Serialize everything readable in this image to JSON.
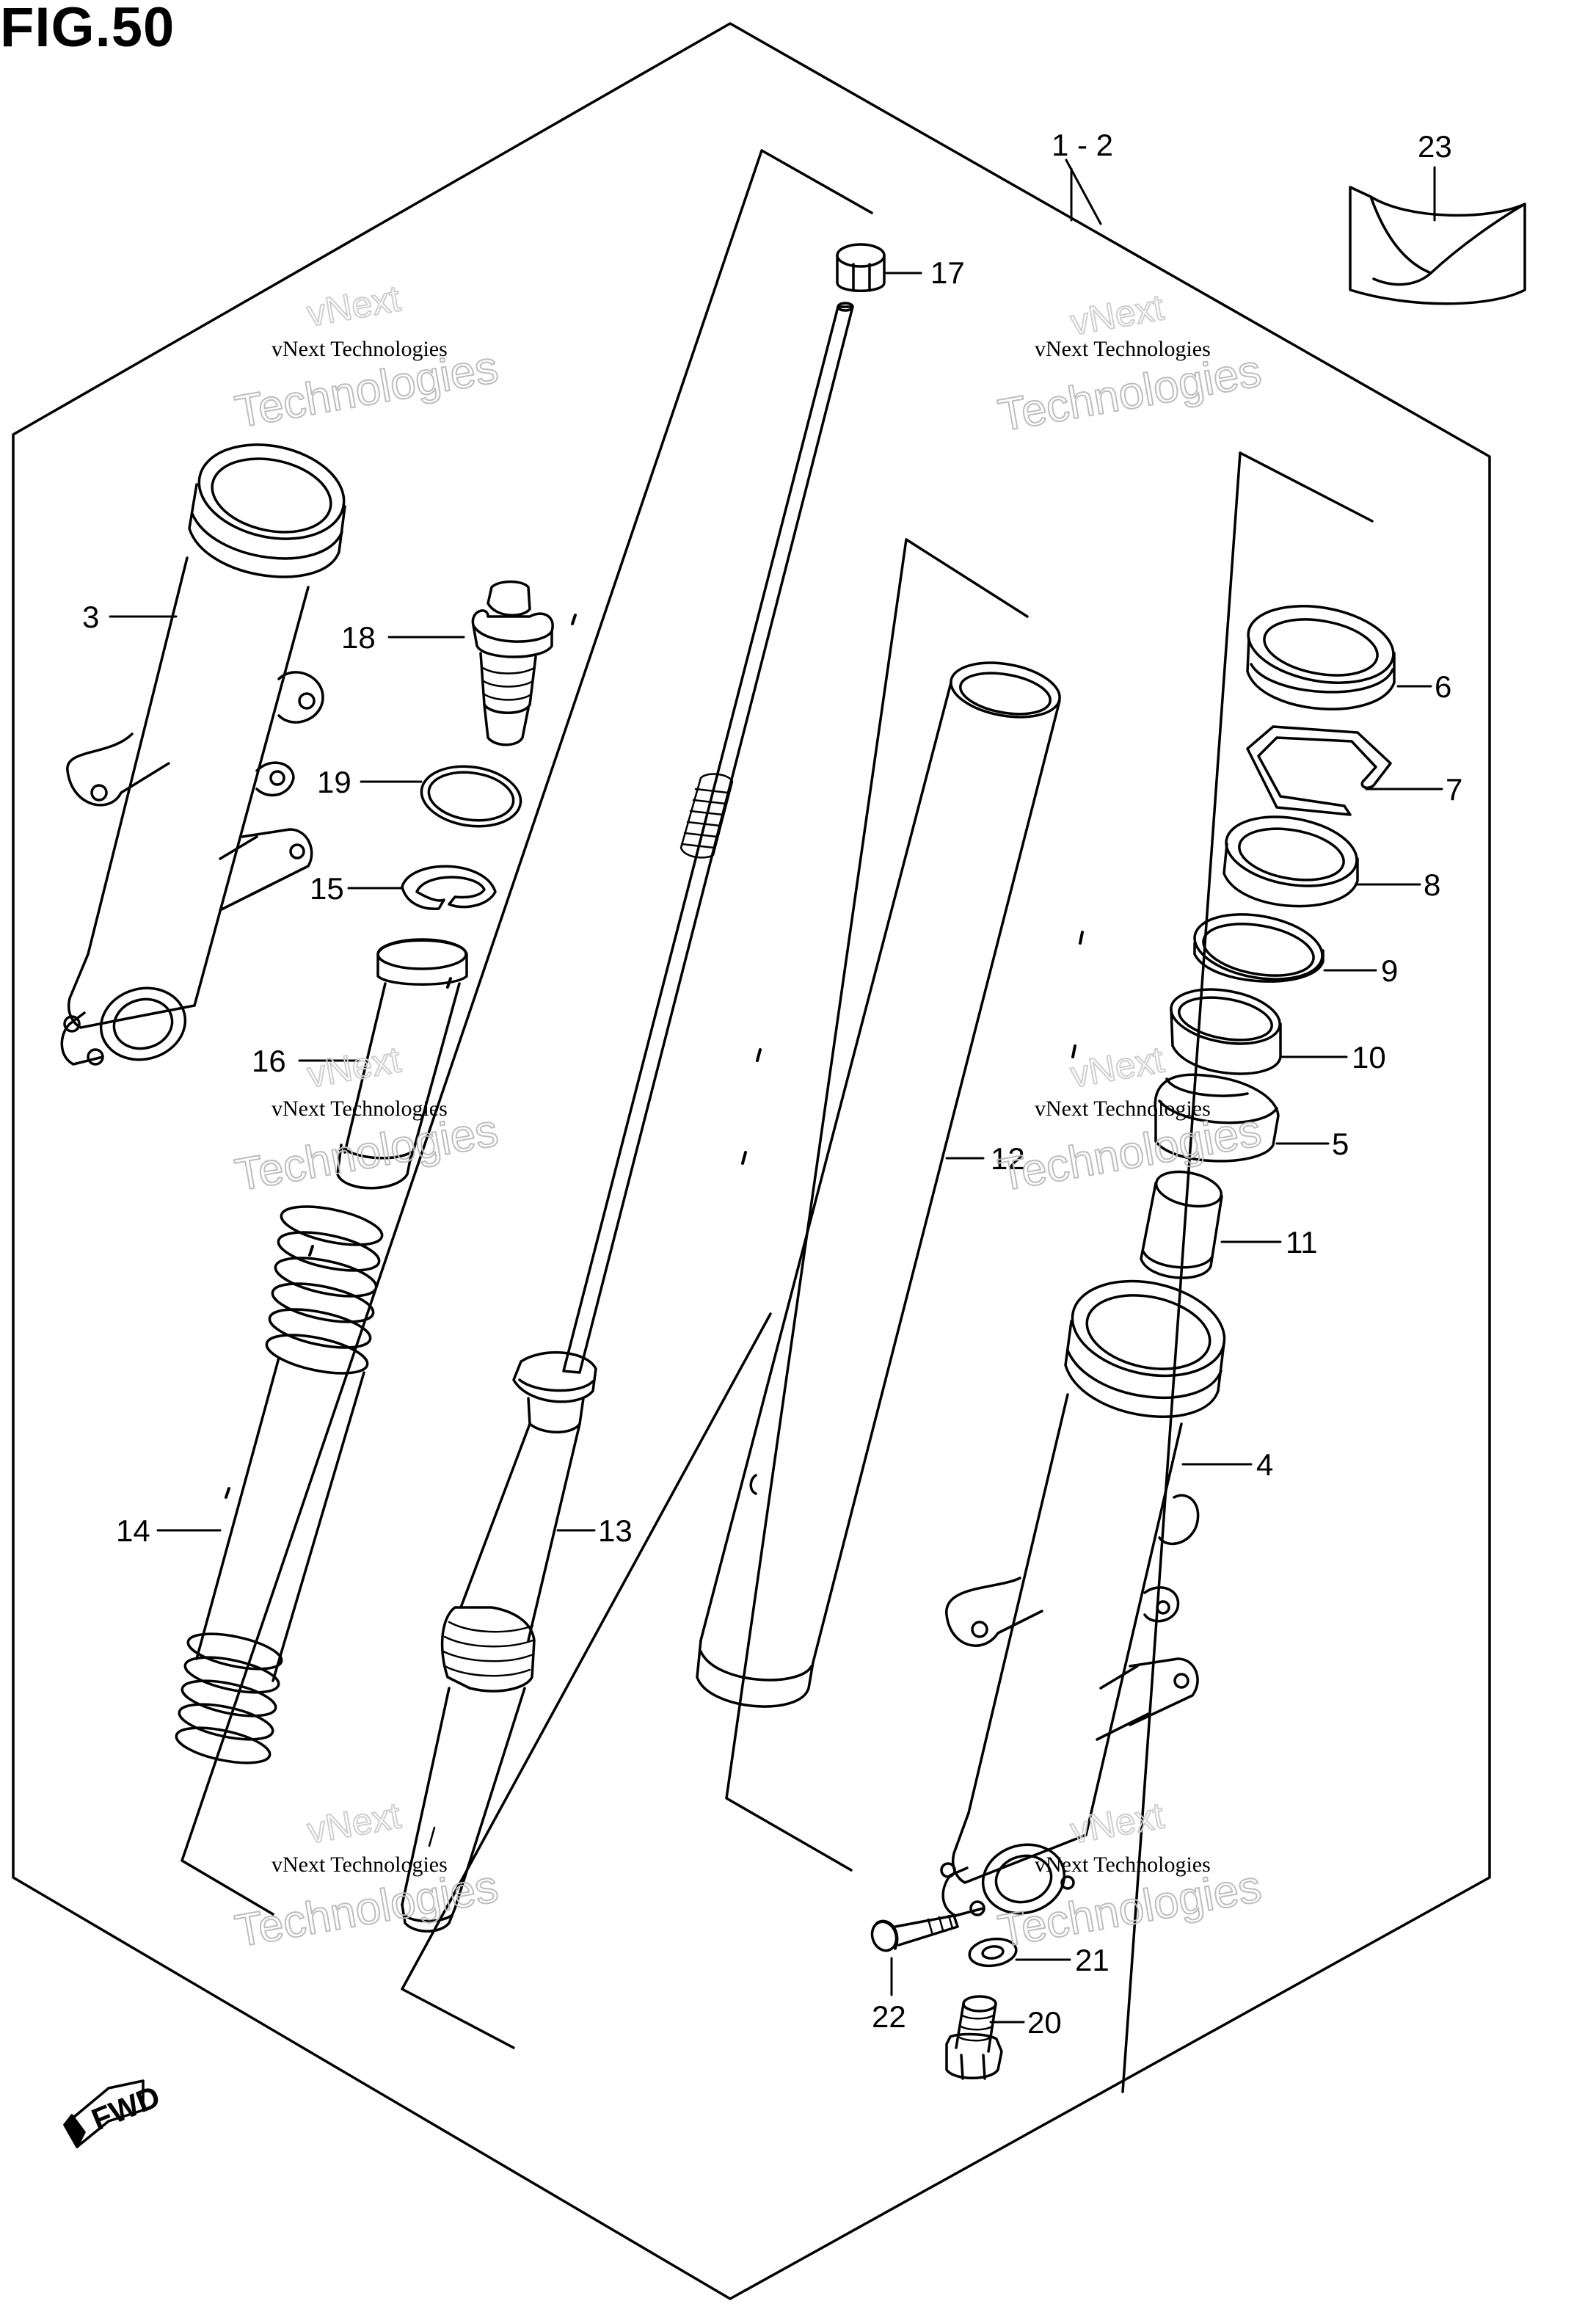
{
  "figure": {
    "title": "FIG.50",
    "fwd_label": "FWD"
  },
  "watermark": {
    "line1": "vNext Technologies",
    "line2": "Technologies",
    "line3": "vNext"
  },
  "parts": [
    {
      "id": "p1-2",
      "label": "1 - 2"
    },
    {
      "id": "p23",
      "label": "23"
    },
    {
      "id": "p17",
      "label": "17"
    },
    {
      "id": "p3",
      "label": "3"
    },
    {
      "id": "p18",
      "label": "18"
    },
    {
      "id": "p19",
      "label": "19"
    },
    {
      "id": "p15",
      "label": "15"
    },
    {
      "id": "p16",
      "label": "16"
    },
    {
      "id": "p14",
      "label": "14"
    },
    {
      "id": "p13",
      "label": "13"
    },
    {
      "id": "p12",
      "label": "12"
    },
    {
      "id": "p6",
      "label": "6"
    },
    {
      "id": "p7",
      "label": "7"
    },
    {
      "id": "p8",
      "label": "8"
    },
    {
      "id": "p9",
      "label": "9"
    },
    {
      "id": "p10",
      "label": "10"
    },
    {
      "id": "p5",
      "label": "5"
    },
    {
      "id": "p11",
      "label": "11"
    },
    {
      "id": "p4",
      "label": "4"
    },
    {
      "id": "p21",
      "label": "21"
    },
    {
      "id": "p22",
      "label": "22"
    },
    {
      "id": "p20",
      "label": "20"
    }
  ]
}
